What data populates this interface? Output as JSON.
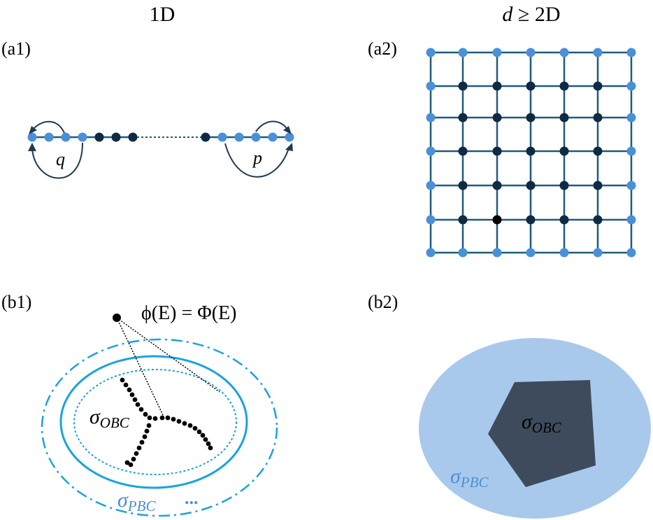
{
  "headers": {
    "left": "1D",
    "right_d": "d",
    "right_rest": " ≥ 2D"
  },
  "panels": {
    "a1": "(a1)",
    "a2": "(a2)",
    "b1": "(b1)",
    "b2": "(b2)"
  },
  "a1": {
    "q": "q",
    "p": "p"
  },
  "b1": {
    "phi_lhs": "ϕ(E) = Φ(E)",
    "sigma": "σ",
    "obc_sub": "OBC",
    "pbc_sub": "PBC",
    "ellipsis": "..."
  },
  "b2": {
    "sigma": "σ",
    "obc_sub": "OBC",
    "pbc_sub": "PBC"
  },
  "colors": {
    "edge_blue": "#4a90d9",
    "bulk_navy": "#0f2a44",
    "line_teal": "#1f5b7a",
    "ellipse_cyan": "#1aa3dd",
    "pbc_fill": "#a9c9ec",
    "obc_fill": "#3e4b5c"
  }
}
